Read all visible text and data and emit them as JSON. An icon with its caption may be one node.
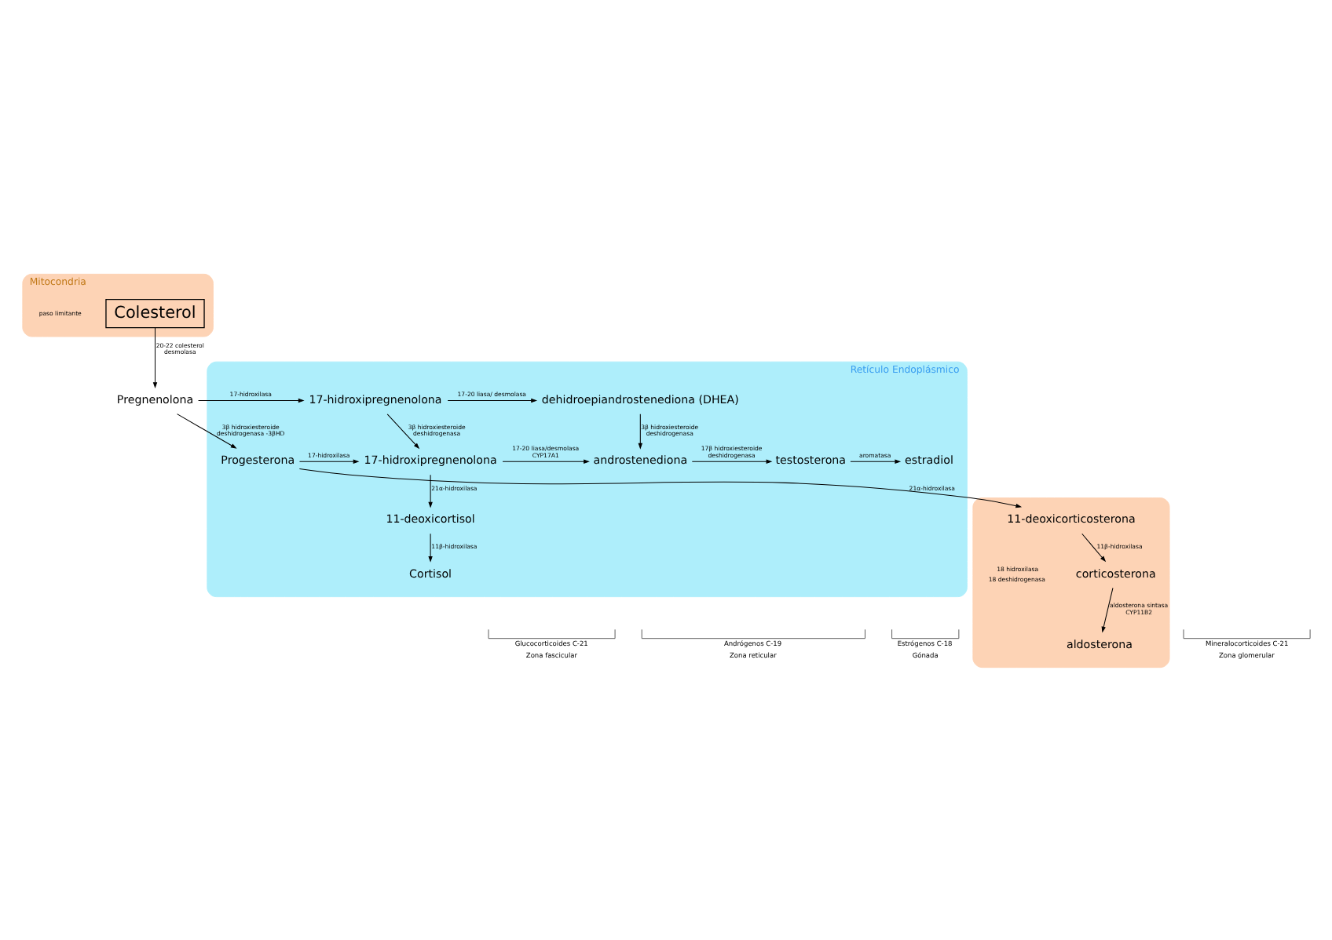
{
  "diagram": {
    "nodes": [
      {
        "text": [
          "Mitocondria"
        ]
      },
      {
        "text": [
          "Colesterol"
        ],
        "in": 0
      },
      {
        "text": [
          "Pregnenolona"
        ]
      },
      {
        "text": [
          "Retículo Endoplásmico"
        ]
      },
      {
        "text": [
          "17-hidroxipregnenolona"
        ],
        "in": 3
      },
      {
        "text": [
          "dehidroepiandrostenediona (DHEA)"
        ],
        "in": 3
      },
      {
        "text": [
          "Progesterona"
        ],
        "in": 3
      },
      {
        "text": [
          "17-hidroxipregnenolona"
        ],
        "in": 3
      },
      {
        "text": [
          "androstenediona"
        ],
        "in": 3
      },
      {
        "text": [
          "testosterona"
        ],
        "in": 3
      },
      {
        "text": [
          "estradiol"
        ],
        "in": 3
      },
      {
        "text": [],
        "shape": "box"
      },
      {
        "text": [
          "11-deoxicorticosterona"
        ],
        "in": 11
      },
      {
        "text": [
          "11-deoxicortisol"
        ],
        "in": 3
      },
      {
        "text": [
          "corticosterona"
        ],
        "in": 11
      },
      {
        "text": [
          "Cortisol"
        ],
        "in": 3
      },
      {
        "text": [
          "aldosterona"
        ],
        "in": 11
      }
    ],
    "edges": [
      {
        "from": 1,
        "to": 2,
        "arrow": "to",
        "label": "20-22 colesterol desmolasa"
      },
      {
        "from": 2,
        "to": 4,
        "arrow": "to",
        "label": "17-hidroxilasa"
      },
      {
        "from": 4,
        "to": 5,
        "arrow": "to",
        "label": "17-20 liasa/ desmolasa"
      },
      {
        "from": 2,
        "to": 6,
        "arrow": "to",
        "label": "3β hidroxiesteroide deshidrogenasa -3βHD"
      },
      {
        "from": 4,
        "to": 7,
        "arrow": "to",
        "label": "3β hidroxiesteroide deshidrogenasa"
      },
      {
        "from": 6,
        "to": 7,
        "arrow": "to",
        "label": "17-hidroxilasa"
      },
      {
        "from": 7,
        "to": 8,
        "arrow": "to",
        "label": "17-20 liasa/desmolasa CYP17A1"
      },
      {
        "from": 5,
        "to": 8,
        "arrow": "to",
        "label": "3β hidroxiesteroide deshidrogenasa"
      },
      {
        "from": 8,
        "to": 9,
        "arrow": "to",
        "label": "17β hidroxiesteroide deshidrogenasa"
      },
      {
        "from": 9,
        "to": 10,
        "arrow": "to",
        "label": "aromatasa"
      },
      {
        "from": 6,
        "to": 12,
        "arrow": "to",
        "label": "21α-hidroxilasa"
      },
      {
        "from": 7,
        "to": 13,
        "arrow": "to",
        "label": "21α-hidroxilasa"
      },
      {
        "from": 12,
        "to": 14,
        "arrow": "to",
        "label": "11β-hidroxilasa"
      },
      {
        "from": 13,
        "to": 15,
        "arrow": "to",
        "label": "11β-hidroxilasa"
      },
      {
        "from": 14,
        "to": 16,
        "arrow": "to",
        "label": "aldosterona sintasa CYP11B2"
      }
    ],
    "labels": [
      "paso limitante",
      "18 hidroxilasa",
      "18 deshidrogenasa",
      "Andrógenos C-19",
      "Zona reticular",
      "Estrógenos C-18",
      "Gónada",
      "Mineralocorticoides C-21",
      "Zona glomerular",
      "Glucocorticoides C-21",
      "Zona fascicular"
    ]
  }
}
